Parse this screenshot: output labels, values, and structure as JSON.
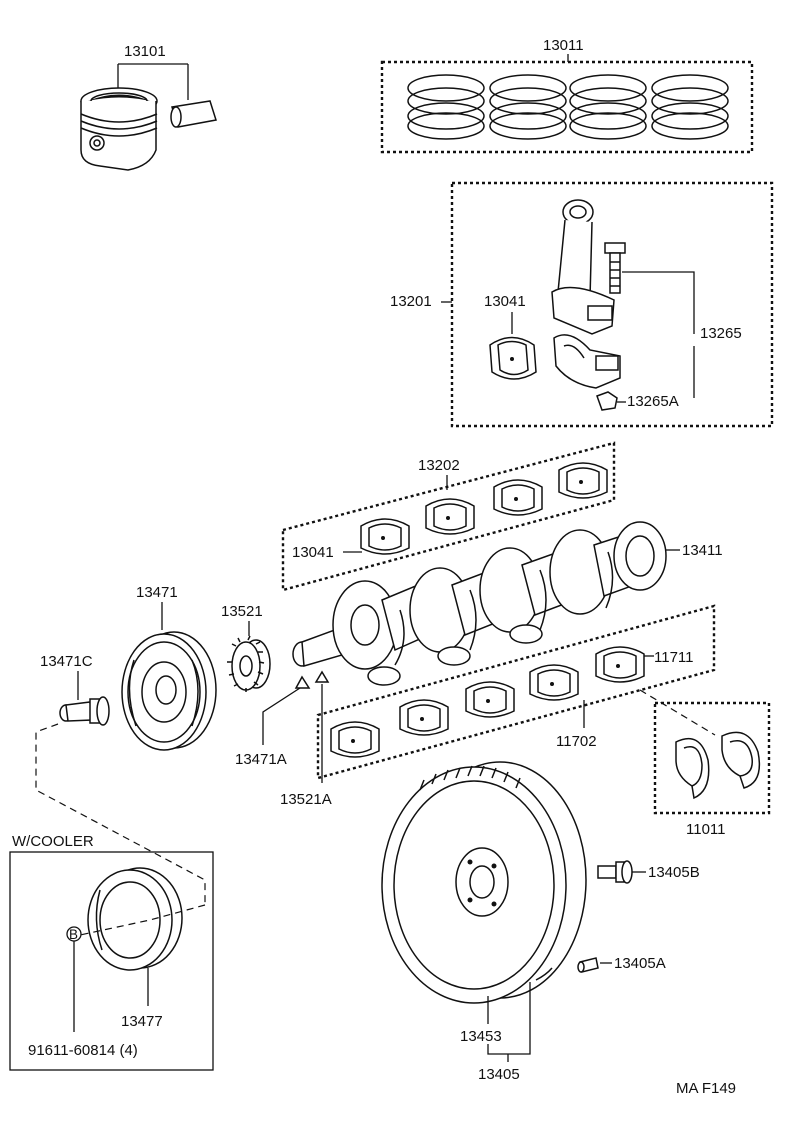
{
  "diagram": {
    "figure_code": "MA F149",
    "section_label": "W/COOLER",
    "parts": {
      "p13101": "13101",
      "p13011": "13011",
      "p13201": "13201",
      "p13041_rod": "13041",
      "p13265": "13265",
      "p13265A": "13265A",
      "p13202": "13202",
      "p13041_main": "13041",
      "p13411": "13411",
      "p13471": "13471",
      "p13521": "13521",
      "p13471C": "13471C",
      "p11711": "11711",
      "p11702": "11702",
      "p13471A": "13471A",
      "p13521A": "13521A",
      "p11011": "11011",
      "p13405B": "13405B",
      "p13405A": "13405A",
      "p13453": "13453",
      "p13405": "13405",
      "p13477": "13477",
      "p91611": "91611-60814 (4)",
      "bolt_marker": "B"
    }
  }
}
